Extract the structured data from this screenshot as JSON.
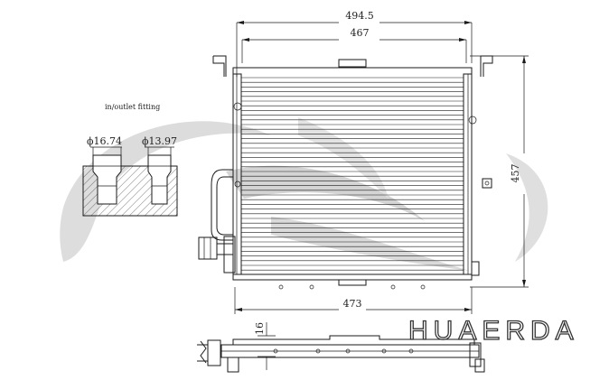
{
  "brand": {
    "name": "HUAERDA"
  },
  "dimensions": {
    "overall_width": "494.5",
    "core_width": "467",
    "bottom_width": "473",
    "height": "457",
    "thickness": "16"
  },
  "fitting": {
    "title": "in/outlet fitting",
    "diameter_left": "ϕ16.74",
    "diameter_right": "ϕ13.97"
  },
  "colors": {
    "line": "#1a1a1a",
    "watermark": "#d4d4d4"
  }
}
